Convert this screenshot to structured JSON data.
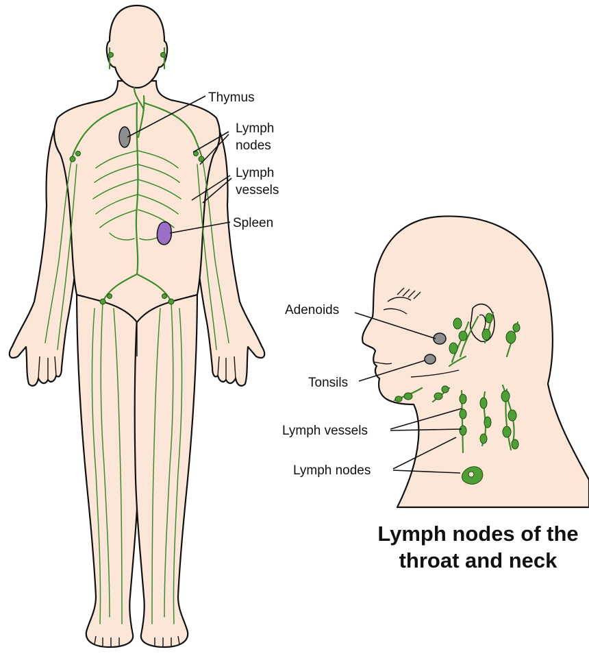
{
  "labels": {
    "thymus": "Thymus",
    "body_nodes_1": "Lymph",
    "body_nodes_2": "nodes",
    "body_vessels_1": "Lymph",
    "body_vessels_2": "vessels",
    "spleen": "Spleen",
    "adenoids": "Adenoids",
    "tonsils": "Tonsils",
    "neck_vessels": "Lymph vessels",
    "neck_nodes": "Lymph nodes"
  },
  "caption": {
    "line1": "Lymph nodes of the",
    "line2": "throat and neck"
  },
  "colors": {
    "skin": "#fbe6d8",
    "lymph": "#3f8c2c",
    "spleen": "#9b6fc7",
    "thymus": "#8e8e8e"
  }
}
